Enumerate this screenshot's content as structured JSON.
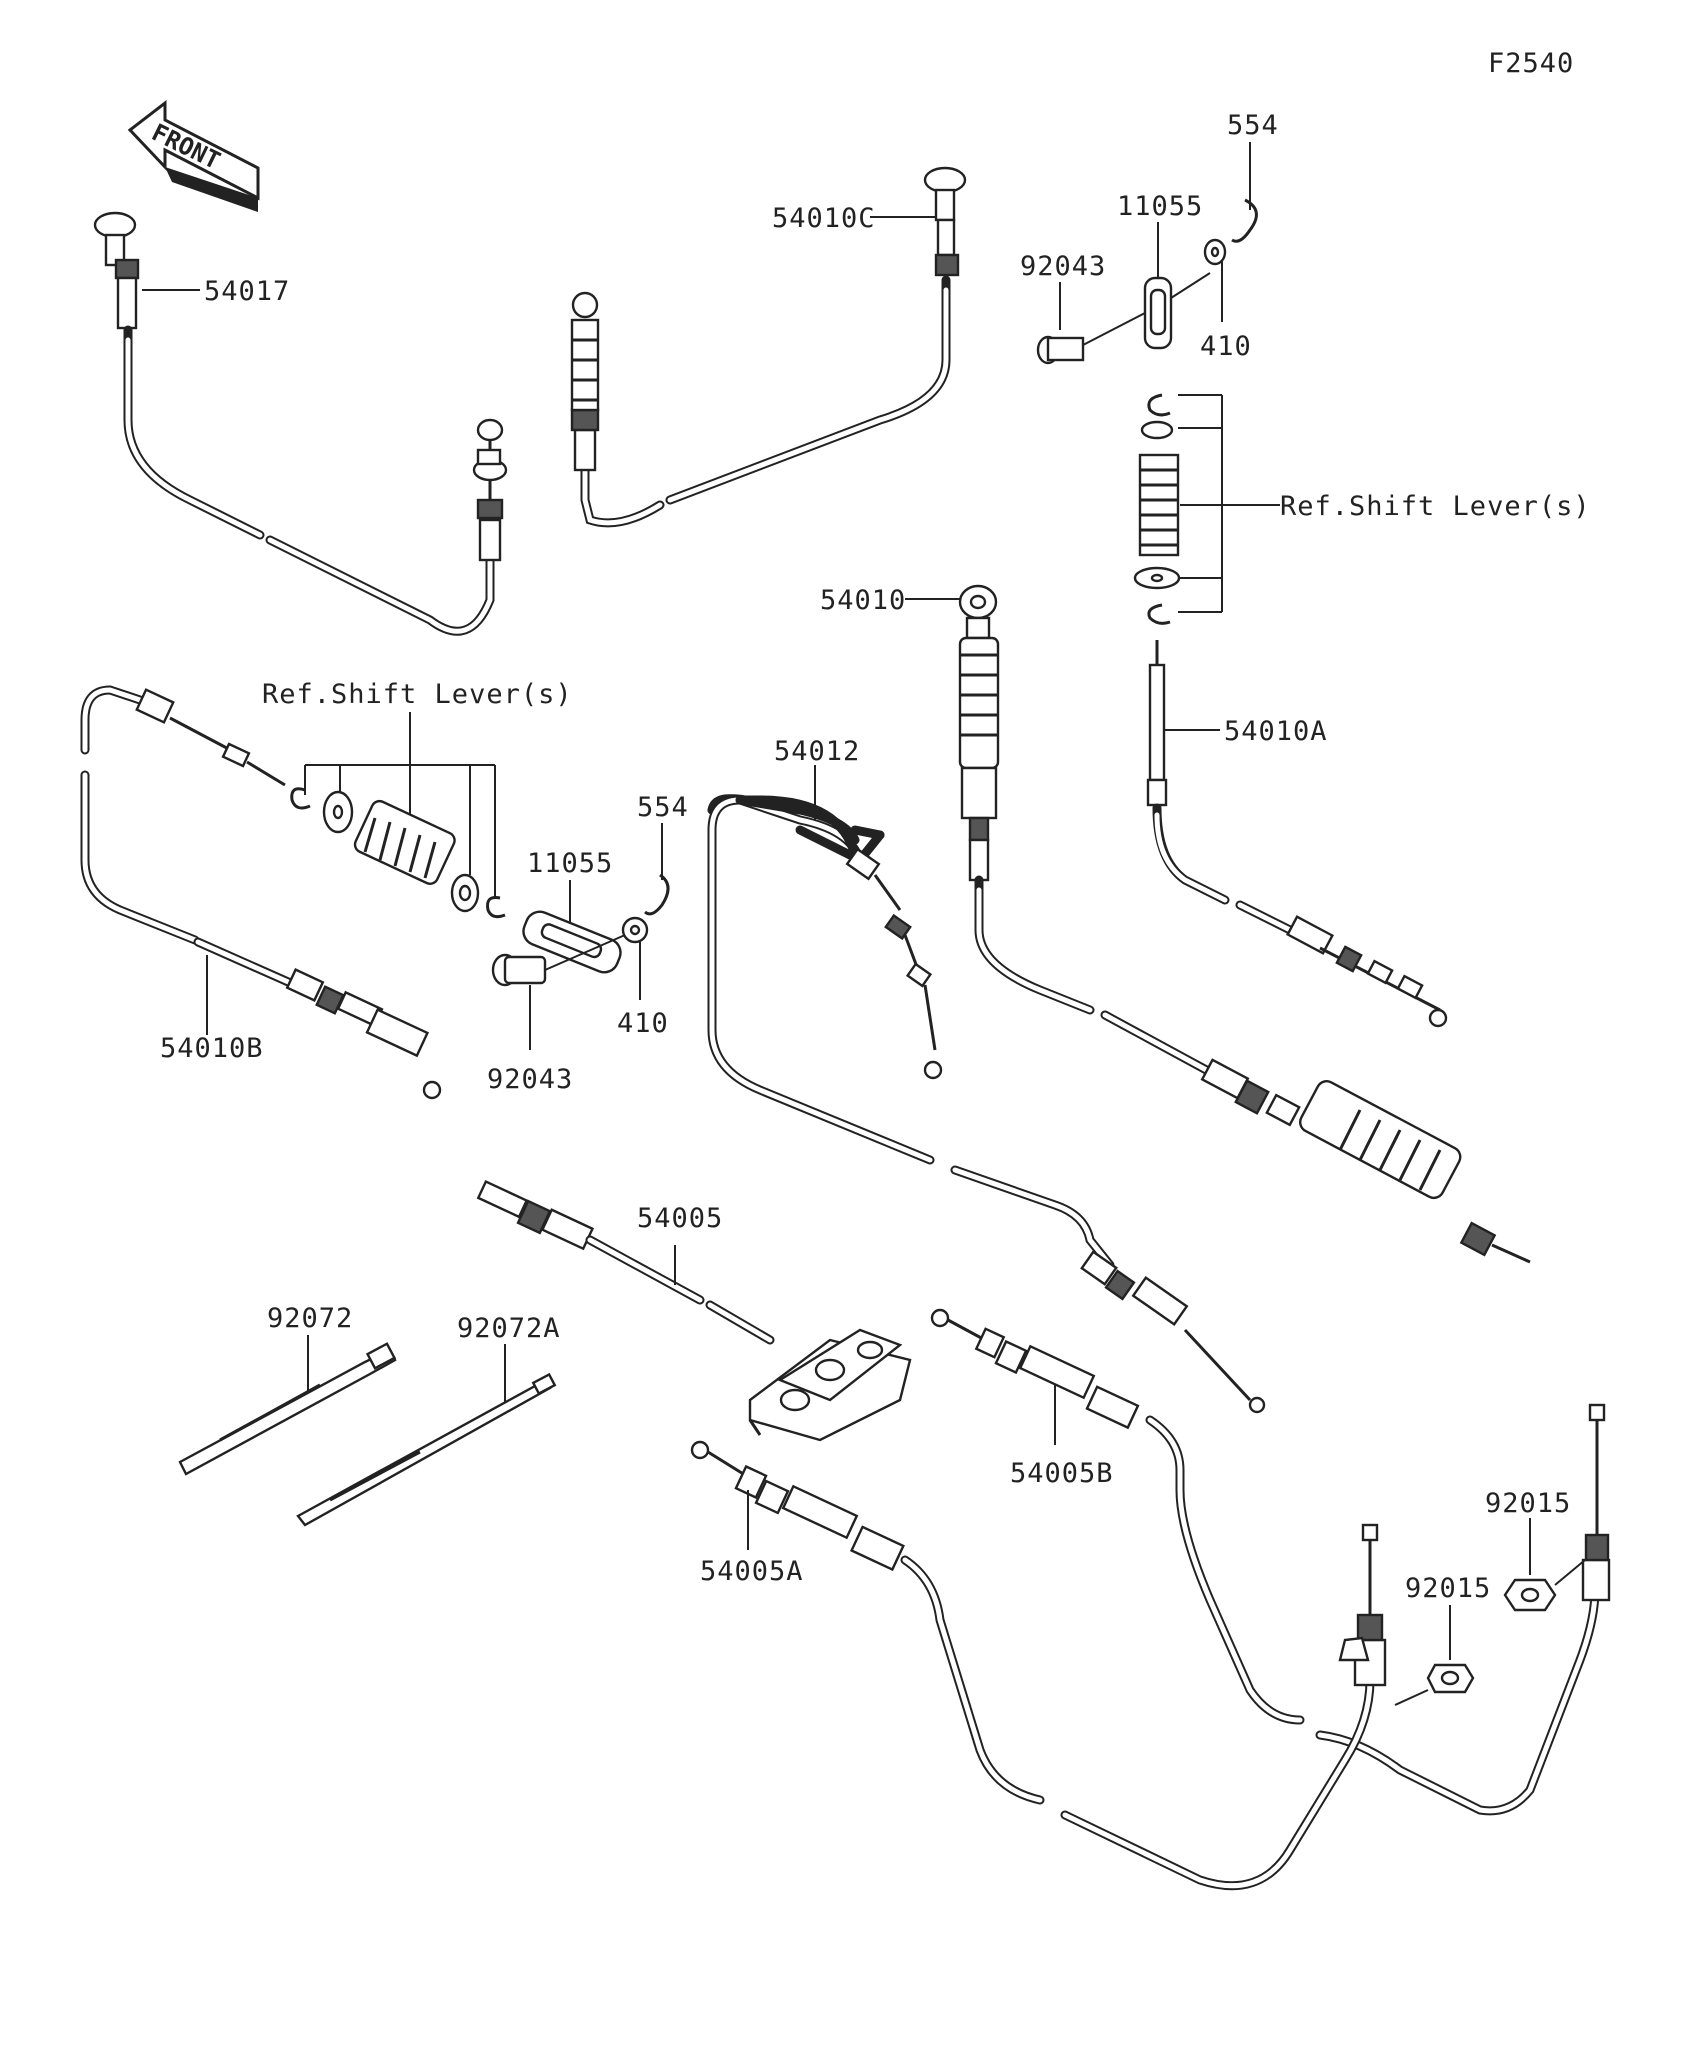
{
  "diagram_id": "F2540",
  "direction_label": "FRONT",
  "labels": {
    "p54017": "54017",
    "p54010C": "54010C",
    "p554_top": "554",
    "p11055_top": "11055",
    "p92043_top": "92043",
    "p410_top": "410",
    "ref_shift_right": "Ref.Shift Lever(s)",
    "p54010": "54010",
    "p54010A": "54010A",
    "ref_shift_left": "Ref.Shift Lever(s)",
    "p554_mid": "554",
    "p11055_mid": "11055",
    "p410_mid": "410",
    "p92043_mid": "92043",
    "p54010B": "54010B",
    "p54012": "54012",
    "p54005": "54005",
    "p92072": "92072",
    "p92072A": "92072A",
    "p54005B": "54005B",
    "p54005A": "54005A",
    "p92015_right": "92015",
    "p92015_mid": "92015"
  },
  "colors": {
    "line": "#222222",
    "background": "#ffffff"
  }
}
